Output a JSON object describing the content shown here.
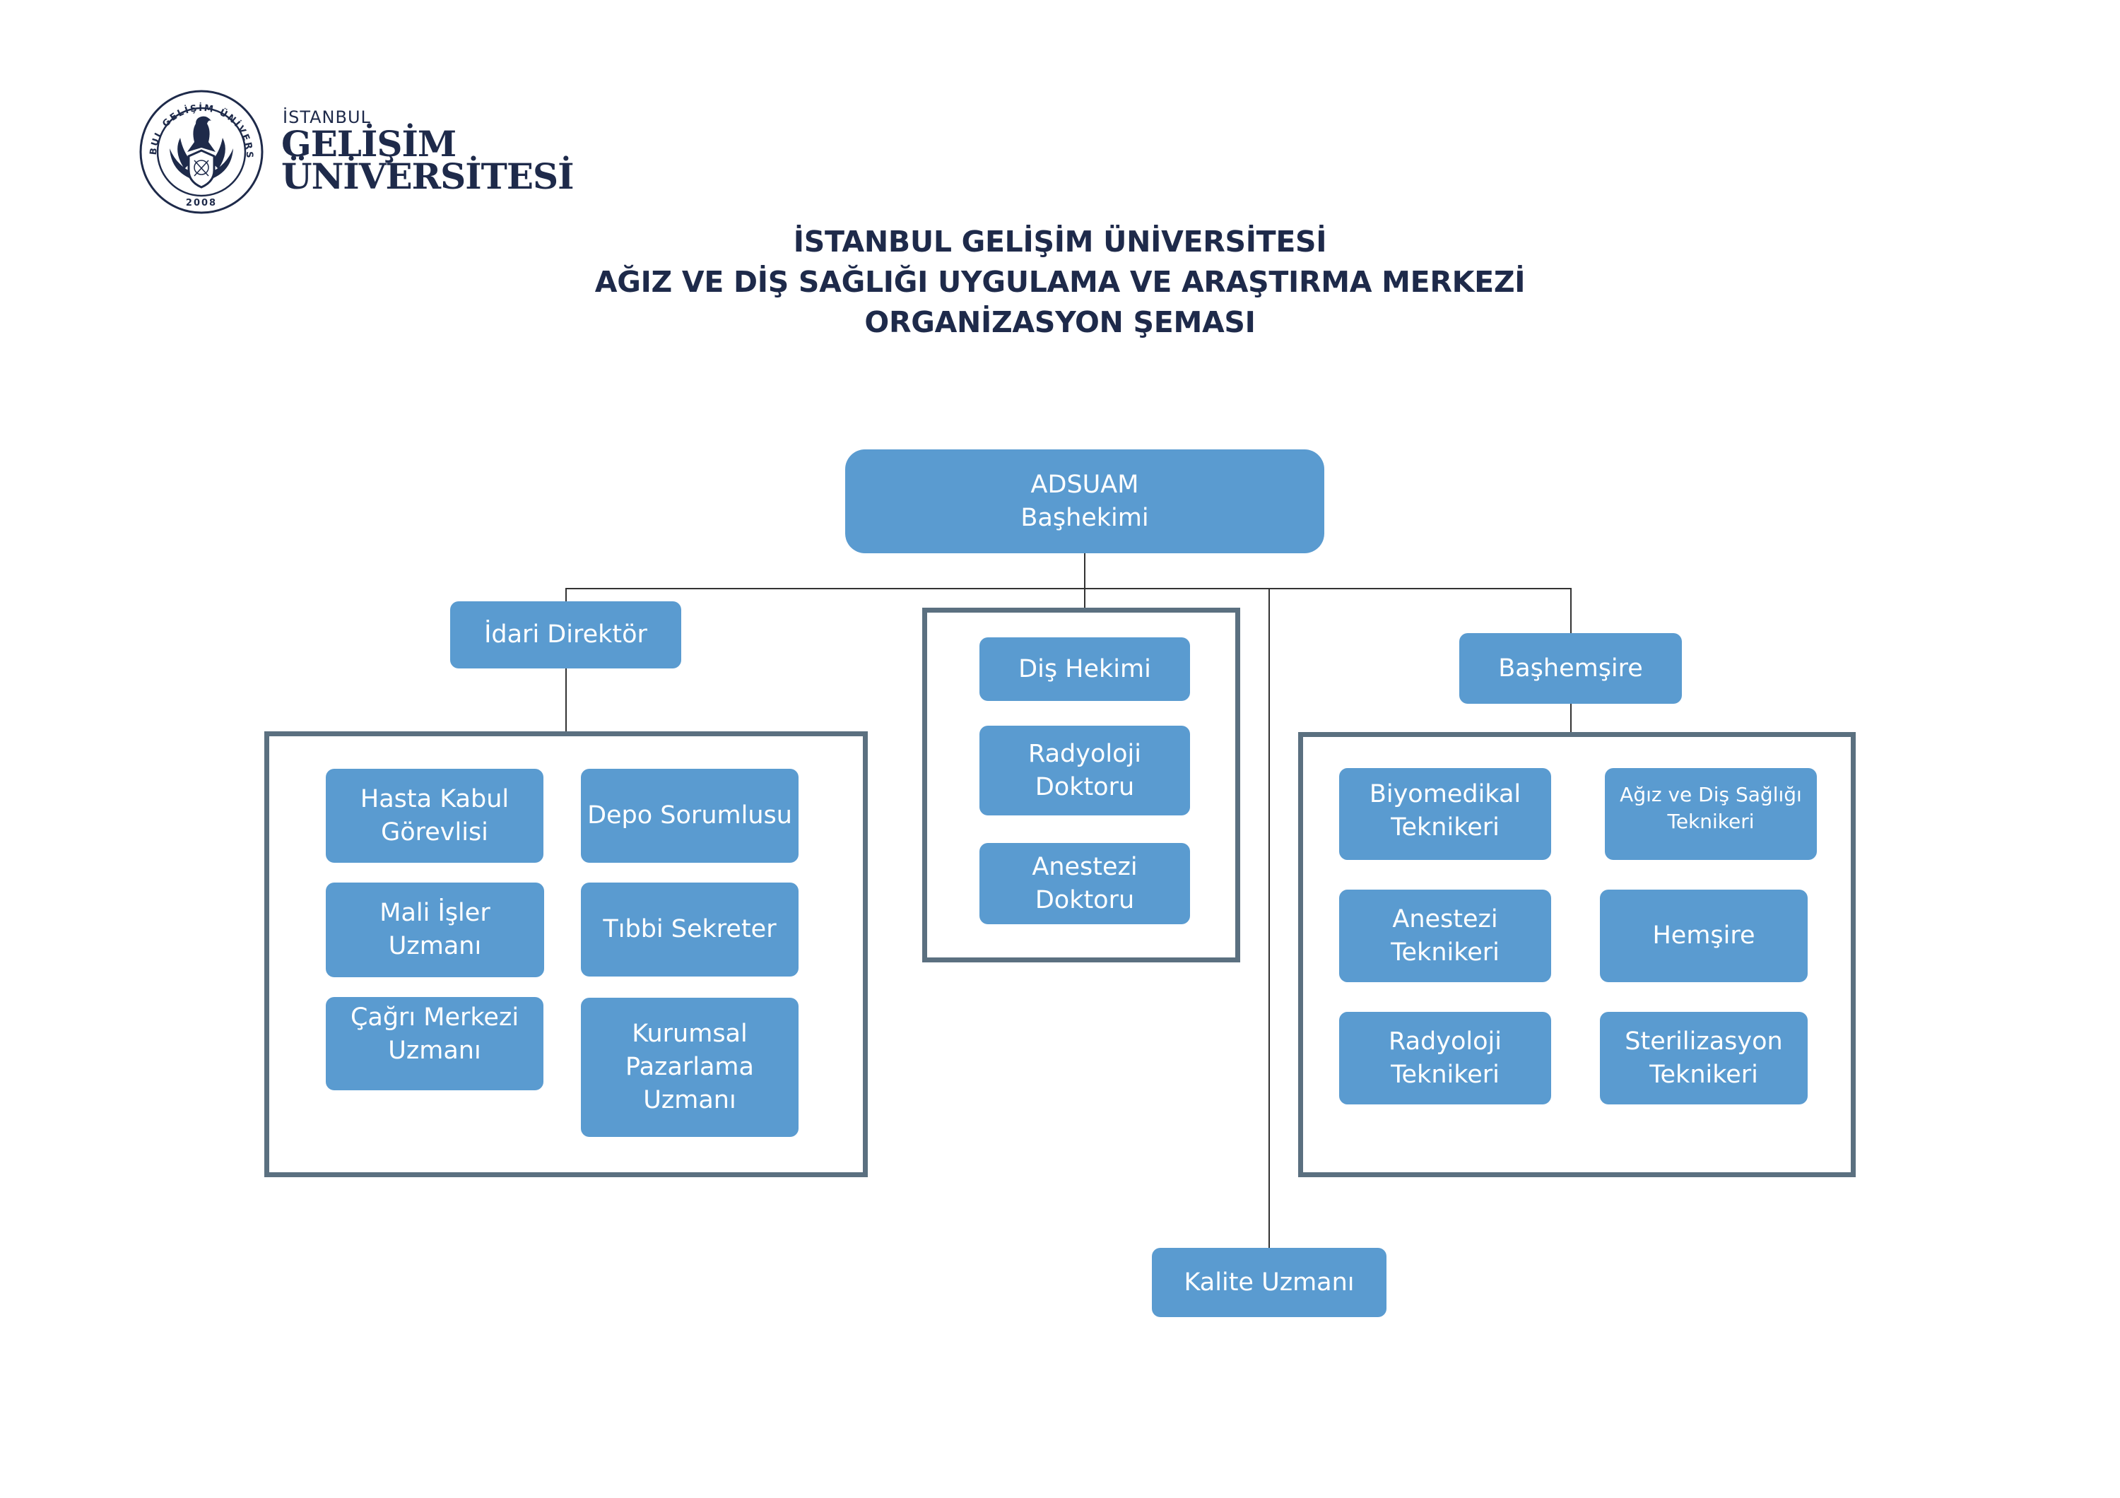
{
  "logo": {
    "seal_ring_text": "İSTANBUL GELİŞİM ÜNİVERSİTESİ",
    "seal_year": "2008",
    "wordmark_line1": "İSTANBUL",
    "wordmark_line2": "GELİŞİM",
    "wordmark_line3": "ÜNİVERSİTESİ",
    "color": "#1e2a4a"
  },
  "title": {
    "line1": "İSTANBUL GELİŞİM ÜNİVERSİTESİ",
    "line2": "AĞIZ VE DİŞ SAĞLIĞI UYGULAMA VE ARAŞTIRMA MERKEZİ",
    "line3": "ORGANİZASYON ŞEMASI"
  },
  "colors": {
    "box_fill": "#5a9bd0",
    "box_text": "#ffffff",
    "container_border": "#5b7080",
    "connector": "#333333",
    "title_text": "#1e2a4a"
  },
  "org": {
    "root": {
      "line1": "ADSUAM",
      "line2": "Başhekimi"
    },
    "idari": {
      "label": "İdari Direktör",
      "staff": [
        {
          "line1": "Hasta Kabul",
          "line2": "Görevlisi"
        },
        {
          "line1": "Depo Sorumlusu"
        },
        {
          "line1": "Mali İşler",
          "line2": "Uzmanı"
        },
        {
          "line1": "Tıbbi Sekreter"
        },
        {
          "line1": "Çağrı Merkezi",
          "line2": "Uzmanı"
        },
        {
          "line1": "Kurumsal",
          "line2": "Pazarlama",
          "line3": "Uzmanı"
        }
      ]
    },
    "clinical": [
      {
        "line1": "Diş Hekimi"
      },
      {
        "line1": "Radyoloji",
        "line2": "Doktoru"
      },
      {
        "line1": "Anestezi",
        "line2": "Doktoru"
      }
    ],
    "bashemsire": {
      "label": "Başhemşire",
      "staff": [
        {
          "line1": "Biyomedikal",
          "line2": "Teknikeri"
        },
        {
          "line1": "Ağız ve Diş Sağlığı",
          "line2": "Teknikeri"
        },
        {
          "line1": "Anestezi",
          "line2": "Teknikeri"
        },
        {
          "line1": "Hemşire"
        },
        {
          "line1": "Radyoloji",
          "line2": "Teknikeri"
        },
        {
          "line1": "Sterilizasyon",
          "line2": "Teknikeri"
        }
      ]
    },
    "kalite": {
      "label": "Kalite Uzmanı"
    }
  }
}
